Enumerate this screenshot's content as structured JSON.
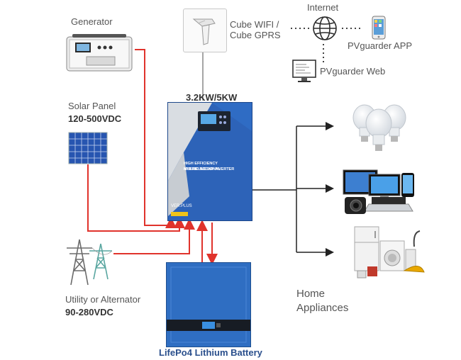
{
  "generator": {
    "label": "Generator"
  },
  "solar": {
    "label": "Solar Panel",
    "spec": "120-500VDC"
  },
  "utility": {
    "label": "Utility or Alternator",
    "spec": "90-280VDC"
  },
  "wifi": {
    "label_line1": "Cube WIFI /",
    "label_line2": "Cube GPRS"
  },
  "internet": {
    "label": "Internet"
  },
  "app": {
    "label": "PVguarder APP"
  },
  "web": {
    "label": "PVguarder Web"
  },
  "inverter": {
    "power": "3.2KW/5KW",
    "text_line1": "HIGH EFFICIENCY MULTIFUNCTIONAL",
    "text_line2": "HYBRID SOLAR INVERTER",
    "model": "VER.PLUS"
  },
  "battery": {
    "label": "LifePo4 Lithium Battery"
  },
  "home": {
    "label_line1": "Home",
    "label_line2": "Appliances"
  },
  "colors": {
    "red_wire": "#e0332c",
    "black_wire": "#222222",
    "inverter_blue": "#2d63b8",
    "battery_blue": "#2f6ec2"
  },
  "icons": [
    "generator-icon",
    "solar-panel-icon",
    "pylon-icon",
    "wifi-dongle-icon",
    "globe-icon",
    "smartphone-icon",
    "monitor-icon",
    "bulb-icon",
    "electronics-icon",
    "appliances-icon"
  ]
}
